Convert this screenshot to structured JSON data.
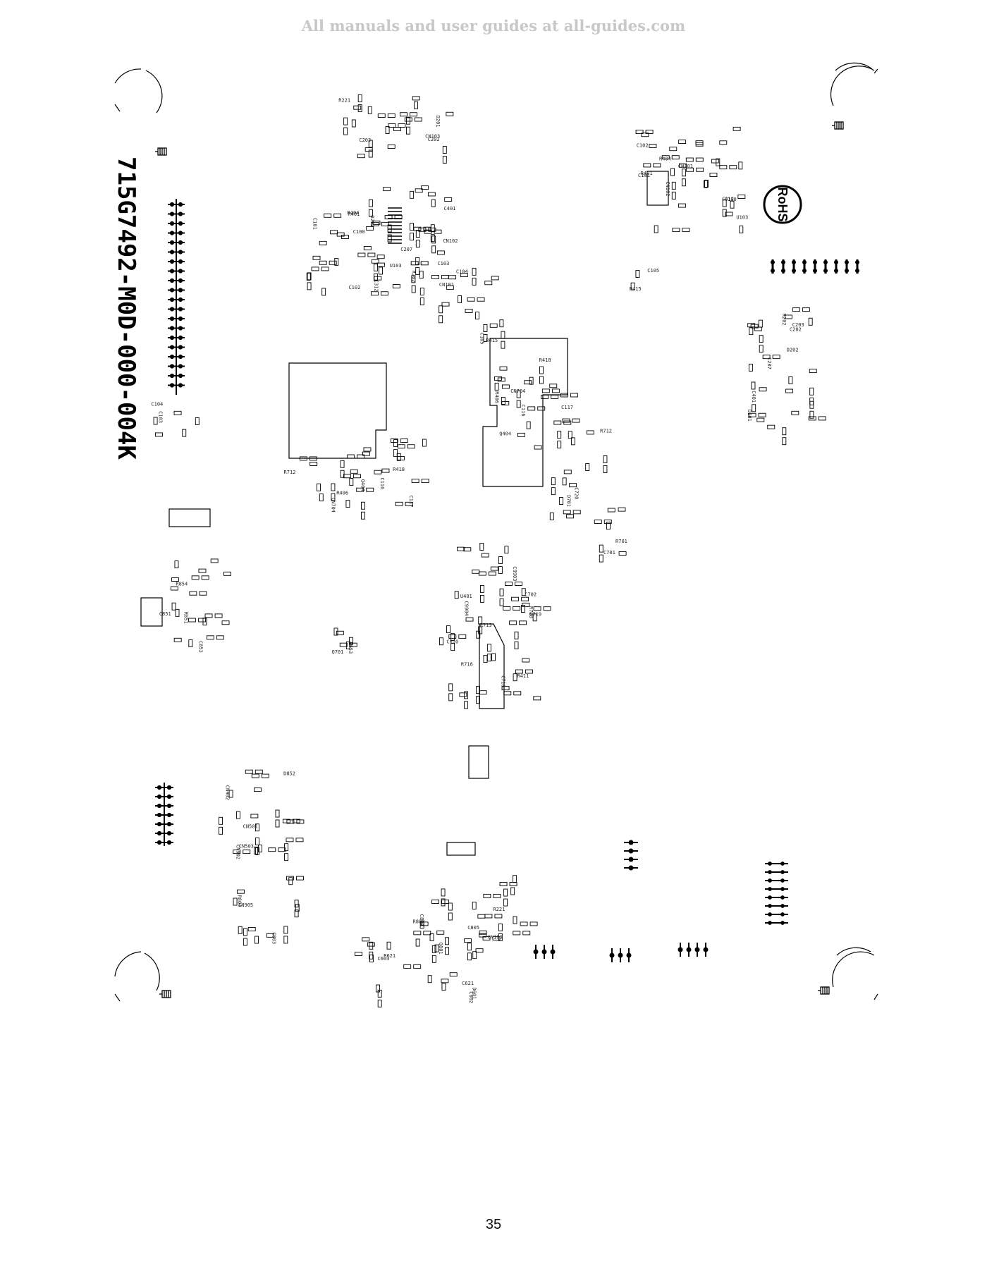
{
  "header": {
    "text": "All manuals and user guides at all-guides.com"
  },
  "board": {
    "part_number": "715G7492-M0D-000-004K",
    "rohs_mark": "RoHS",
    "component_labels": [
      "CN103",
      "R221",
      "D201",
      "C202",
      "C203",
      "R202",
      "D202",
      "C207",
      "C401",
      "CN102",
      "CN101",
      "C312",
      "U103",
      "R404",
      "R401",
      "C100",
      "C101",
      "C102",
      "C103",
      "C104",
      "C105",
      "R415",
      "R418",
      "Q404",
      "C116",
      "C117",
      "R406",
      "CN704",
      "R712",
      "C720",
      "D701",
      "R701",
      "C701",
      "C702",
      "U401",
      "C9903",
      "C9904",
      "R411",
      "C610",
      "R713",
      "R716",
      "R719",
      "R720",
      "C710",
      "Q701",
      "R853",
      "R854",
      "C851",
      "C852",
      "R851",
      "D852",
      "CN501",
      "CN503",
      "CN402",
      "CN902",
      "CN905",
      "R804",
      "C803",
      "C804",
      "R802",
      "C805",
      "Q801",
      "R621",
      "C621",
      "D601",
      "C602",
      "C603"
    ]
  },
  "page": {
    "number": "35"
  },
  "colors": {
    "ink": "#000000",
    "header_watermark": "#c8c8c8",
    "background": "#ffffff"
  }
}
